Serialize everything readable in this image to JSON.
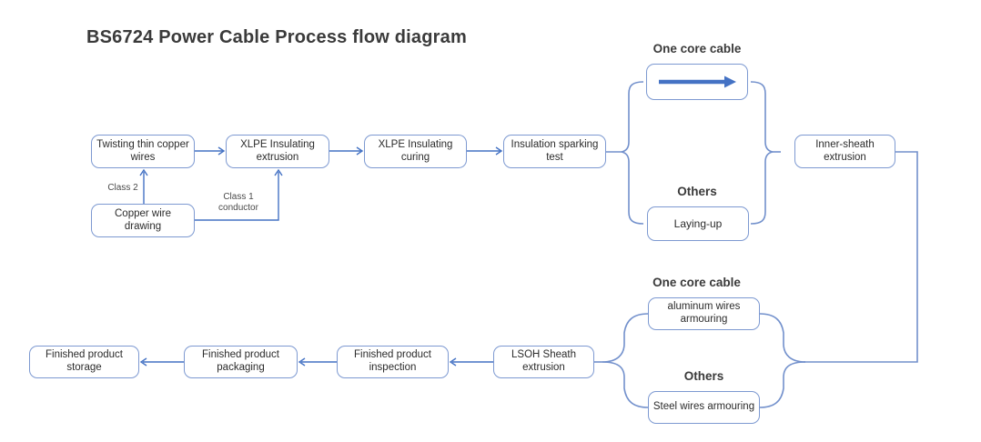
{
  "title": "BS6724 Power Cable Process flow diagram",
  "colors": {
    "box_border": "#7d99d1",
    "connector_brace": "#7290cc",
    "arrow": "#4472c4",
    "thick_arrow": "#4472c4",
    "text": "#2b2b2b",
    "bold_label": "#3a3a3a"
  },
  "nodes": {
    "twisting": {
      "label": "Twisting thin copper wires"
    },
    "xlpe_extrusion": {
      "label": "XLPE Insulating extrusion"
    },
    "xlpe_curing": {
      "label": "XLPE Insulating curing"
    },
    "sparking_test": {
      "label": "Insulation sparking test"
    },
    "copper_drawing": {
      "label": "Copper wire drawing"
    },
    "laying_up": {
      "label": "Laying-up"
    },
    "inner_sheath": {
      "label": "Inner-sheath extrusion"
    },
    "aluminum_armouring": {
      "label": "aluminum wires armouring"
    },
    "steel_armouring": {
      "label": "Steel wires armouring"
    },
    "lsoh_extrusion": {
      "label": "LSOH Sheath extrusion"
    },
    "inspection": {
      "label": "Finished product inspection"
    },
    "packaging": {
      "label": "Finished product packaging"
    },
    "storage": {
      "label": "Finished product storage"
    }
  },
  "edge_labels": {
    "class_2": "Class 2",
    "class_1": "Class 1 conductor"
  },
  "branch_labels": {
    "top_one_core": "One core cable",
    "top_others": "Others",
    "bottom_one_core": "One core cable",
    "bottom_others": "Others"
  },
  "icons": {
    "one_core_arrow": "thick-right-arrow"
  },
  "edges": [
    {
      "from": "copper_drawing",
      "to": "twisting",
      "label": "Class 2"
    },
    {
      "from": "copper_drawing",
      "to": "xlpe_extrusion",
      "label": "Class 1 conductor"
    },
    {
      "from": "twisting",
      "to": "xlpe_extrusion"
    },
    {
      "from": "xlpe_extrusion",
      "to": "xlpe_curing"
    },
    {
      "from": "xlpe_curing",
      "to": "sparking_test"
    },
    {
      "from": "sparking_test",
      "to": "top_branch"
    },
    {
      "from": "top_branch_one_core_or_laying_up",
      "to": "inner_sheath"
    },
    {
      "from": "inner_sheath",
      "to": "bottom_branch"
    },
    {
      "from": "bottom_branch_armouring",
      "to": "lsoh_extrusion"
    },
    {
      "from": "lsoh_extrusion",
      "to": "inspection"
    },
    {
      "from": "inspection",
      "to": "packaging"
    },
    {
      "from": "packaging",
      "to": "storage"
    }
  ]
}
